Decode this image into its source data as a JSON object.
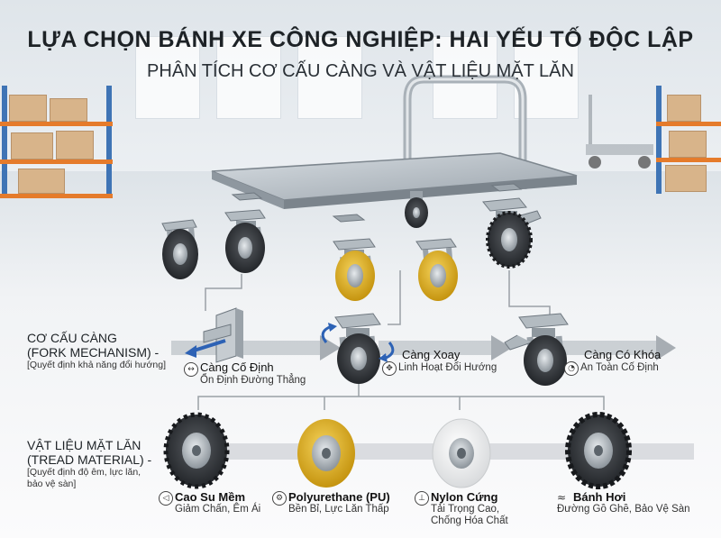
{
  "header": {
    "title": "LỰA CHỌN BÁNH XE CÔNG NGHIỆP: HAI YẾU TỐ ĐỘC LẬP",
    "subtitle": "PHÂN TÍCH CƠ CẤU CÀNG VÀ VẬT LIỆU MẶT LĂN"
  },
  "fork": {
    "label_line1": "CƠ CẤU CÀNG",
    "label_line2": "(FORK MECHANISM) -",
    "note": "[Quyết định khả năng đổi hướng]",
    "options": [
      {
        "title": "Càng Cố Định",
        "desc": "Ổn Định Đường Thẳng",
        "icon": "arrows-horizontal-icon"
      },
      {
        "title": "Càng Xoay",
        "desc": "Linh Hoạt Đổi Hướng",
        "icon": "rotate-arrows-icon"
      },
      {
        "title": "Càng Có Khóa",
        "desc": "An Toàn Cố Định",
        "icon": "brake-gauge-icon"
      }
    ]
  },
  "tread": {
    "label_line1": "VẬT LIỆU MẶT LĂN",
    "label_line2": "(TREAD MATERIAL) -",
    "note_line1": "[Quyết định độ êm, lực lăn,",
    "note_line2": "bảo vệ sàn]",
    "options": [
      {
        "title": "Cao Su Mềm",
        "desc1": "Giảm Chấn, Êm Ái",
        "desc2": "",
        "icon": "speaker-muted-icon"
      },
      {
        "title": "Polyurethane (PU)",
        "desc1": "Bền Bỉ, Lực Lăn Thấp",
        "desc2": "",
        "icon": "gear-icon"
      },
      {
        "title": "Nylon Cứng",
        "desc1": "Tải Trọng Cao,",
        "desc2": "Chống Hóa Chất",
        "icon": "weight-icon"
      },
      {
        "title": "Bánh Hơi",
        "desc1": "Đường Gồ Ghề, Bảo Vệ Sàn",
        "desc2": "",
        "icon": "rough-road-icon"
      }
    ]
  },
  "colors": {
    "rubber": "#2f3236",
    "pu": "#e2b320",
    "nylon": "#f2f2f0",
    "metal": "#b9c0c6",
    "arrow_blue": "#2d62b5"
  }
}
